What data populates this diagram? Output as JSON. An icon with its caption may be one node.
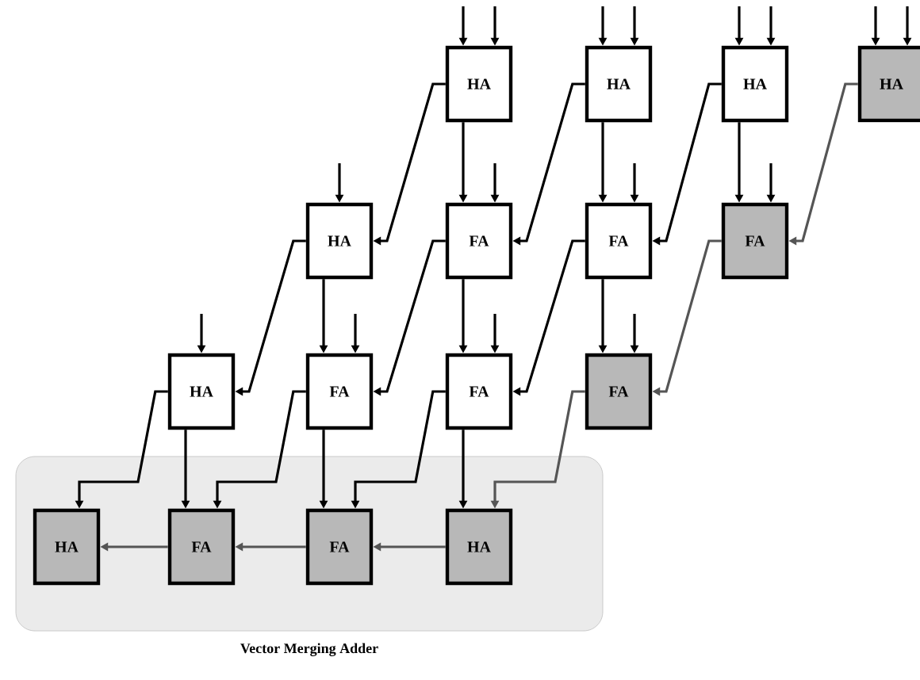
{
  "diagram": {
    "nodes": [
      {
        "text": [
          "Vector Merging Adder"
        ]
      },
      {
        "text": [
          "HA"
        ]
      },
      {
        "text": [
          "HA"
        ]
      },
      {
        "text": [
          "HA"
        ]
      },
      {
        "text": [
          "HA"
        ]
      },
      {
        "text": [
          "HA"
        ]
      },
      {
        "text": [
          "FA"
        ]
      },
      {
        "text": [
          "FA"
        ]
      },
      {
        "text": [
          "FA"
        ]
      },
      {
        "text": [
          "HA"
        ]
      },
      {
        "text": [
          "FA"
        ]
      },
      {
        "text": [
          "FA"
        ]
      },
      {
        "text": [
          "FA"
        ]
      },
      {
        "text": [
          "HA"
        ],
        "in": 0
      },
      {
        "text": [
          "FA"
        ],
        "in": 0
      },
      {
        "text": [
          "FA"
        ],
        "in": 0
      },
      {
        "text": [
          "HA"
        ],
        "in": 0
      }
    ],
    "edges": [
      {
        "from": null,
        "to": 1,
        "arrow": "to"
      },
      {
        "from": null,
        "to": 1,
        "arrow": "to"
      },
      {
        "from": null,
        "to": 2,
        "arrow": "to"
      },
      {
        "from": null,
        "to": 2,
        "arrow": "to"
      },
      {
        "from": null,
        "to": 3,
        "arrow": "to"
      },
      {
        "from": null,
        "to": 3,
        "arrow": "to"
      },
      {
        "from": null,
        "to": 4,
        "arrow": "to"
      },
      {
        "from": null,
        "to": 4,
        "arrow": "to"
      },
      {
        "from": null,
        "to": 5,
        "arrow": "to"
      },
      {
        "from": null,
        "to": 6,
        "arrow": "to"
      },
      {
        "from": null,
        "to": 7,
        "arrow": "to"
      },
      {
        "from": null,
        "to": 8,
        "arrow": "to"
      },
      {
        "from": null,
        "to": 9,
        "arrow": "to"
      },
      {
        "from": null,
        "to": 10,
        "arrow": "to"
      },
      {
        "from": null,
        "to": 11,
        "arrow": "to"
      },
      {
        "from": null,
        "to": 12,
        "arrow": "to"
      },
      {
        "from": 1,
        "to": 6,
        "arrow": "to"
      },
      {
        "from": 2,
        "to": 7,
        "arrow": "to"
      },
      {
        "from": 3,
        "to": 8,
        "arrow": "to"
      },
      {
        "from": 1,
        "to": 5,
        "arrow": "to"
      },
      {
        "from": 2,
        "to": 6,
        "arrow": "to"
      },
      {
        "from": 3,
        "to": 7,
        "arrow": "to"
      },
      {
        "from": 4,
        "to": 8,
        "arrow": "to",
        "color": "#555555"
      },
      {
        "from": 5,
        "to": 10,
        "arrow": "to"
      },
      {
        "from": 6,
        "to": 11,
        "arrow": "to"
      },
      {
        "from": 7,
        "to": 12,
        "arrow": "to"
      },
      {
        "from": 5,
        "to": 9,
        "arrow": "to"
      },
      {
        "from": 6,
        "to": 10,
        "arrow": "to"
      },
      {
        "from": 7,
        "to": 11,
        "arrow": "to"
      },
      {
        "from": 8,
        "to": 12,
        "arrow": "to",
        "color": "#555555"
      },
      {
        "from": 9,
        "to": 14,
        "arrow": "to"
      },
      {
        "from": 10,
        "to": 15,
        "arrow": "to"
      },
      {
        "from": 11,
        "to": 16,
        "arrow": "to"
      },
      {
        "from": 9,
        "to": 13,
        "arrow": "to"
      },
      {
        "from": 10,
        "to": 14,
        "arrow": "to"
      },
      {
        "from": 11,
        "to": 15,
        "arrow": "to"
      },
      {
        "from": 12,
        "to": 16,
        "arrow": "to",
        "color": "#555555"
      },
      {
        "from": 16,
        "to": 15,
        "arrow": "to",
        "color": "#555555"
      },
      {
        "from": 15,
        "to": 14,
        "arrow": "to",
        "color": "#555555"
      },
      {
        "from": 14,
        "to": 13,
        "arrow": "to",
        "color": "#555555"
      }
    ]
  }
}
